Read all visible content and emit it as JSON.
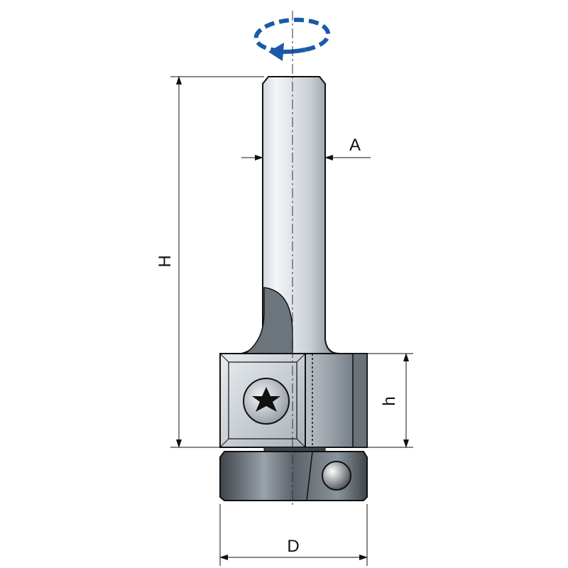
{
  "diagram": {
    "labels": {
      "overall_height": "H",
      "shank_diameter": "A",
      "cutting_height": "h",
      "cutting_diameter": "D"
    },
    "colors": {
      "rotation_arrow": "#1a5aa8",
      "outline": "#111111",
      "steel_light": "#f2f4f6",
      "steel_dark": "#5e6670"
    }
  }
}
